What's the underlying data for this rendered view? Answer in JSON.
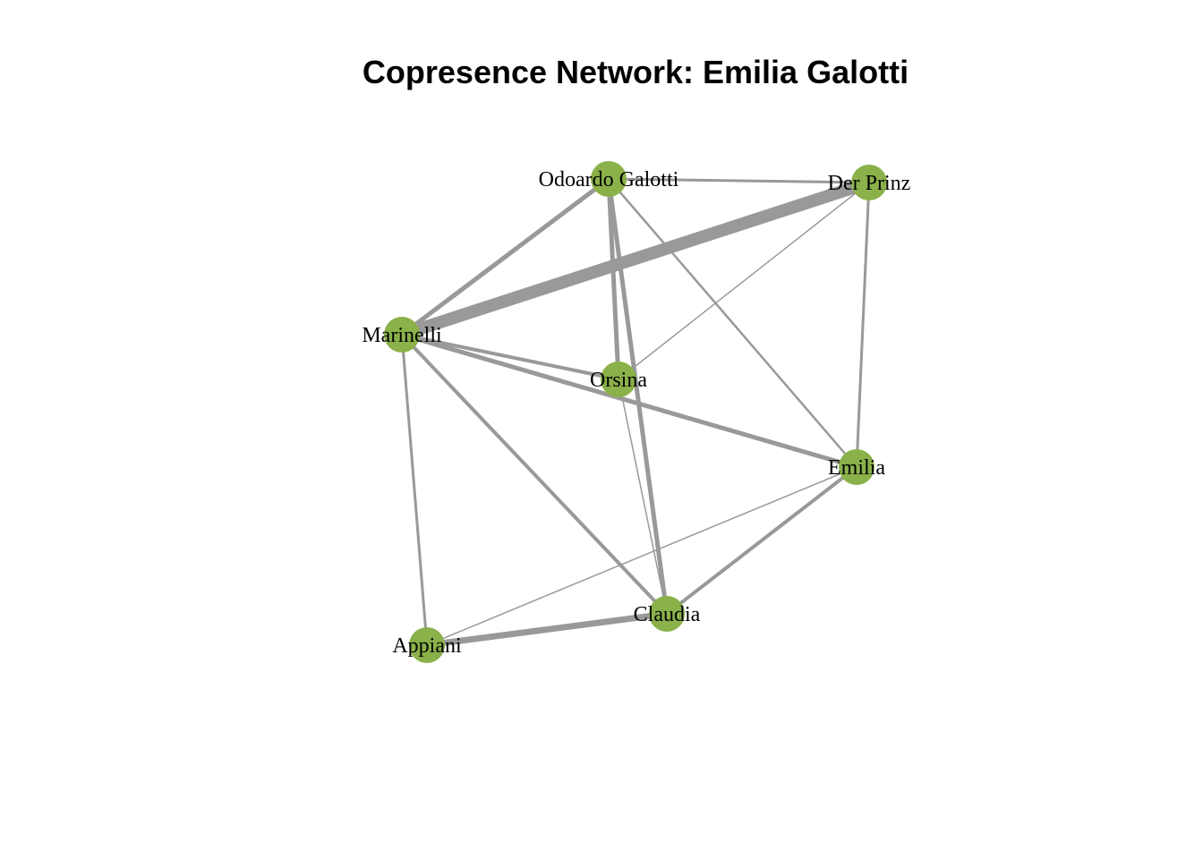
{
  "title": "Copresence Network: Emilia Galotti",
  "colors": {
    "node": "#8ab14a",
    "edge": "#999999",
    "label": "#000000",
    "background": "#ffffff"
  },
  "nodes": [
    {
      "id": "odoardo",
      "label": "Odoardo Galotti"
    },
    {
      "id": "prinz",
      "label": "Der Prinz"
    },
    {
      "id": "marinelli",
      "label": "Marinelli"
    },
    {
      "id": "orsina",
      "label": "Orsina"
    },
    {
      "id": "emilia",
      "label": "Emilia"
    },
    {
      "id": "claudia",
      "label": "Claudia"
    },
    {
      "id": "appiani",
      "label": "Appiani"
    }
  ],
  "edges": [
    {
      "source": "odoardo",
      "target": "prinz",
      "weight": 3
    },
    {
      "source": "odoardo",
      "target": "marinelli",
      "weight": 5
    },
    {
      "source": "odoardo",
      "target": "orsina",
      "weight": 5
    },
    {
      "source": "odoardo",
      "target": "claudia",
      "weight": 5
    },
    {
      "source": "odoardo",
      "target": "emilia",
      "weight": 2.5
    },
    {
      "source": "prinz",
      "target": "marinelli",
      "weight": 14
    },
    {
      "source": "prinz",
      "target": "orsina",
      "weight": 1.5
    },
    {
      "source": "prinz",
      "target": "emilia",
      "weight": 3
    },
    {
      "source": "marinelli",
      "target": "orsina",
      "weight": 4
    },
    {
      "source": "marinelli",
      "target": "emilia",
      "weight": 5
    },
    {
      "source": "marinelli",
      "target": "claudia",
      "weight": 4
    },
    {
      "source": "marinelli",
      "target": "appiani",
      "weight": 3
    },
    {
      "source": "orsina",
      "target": "claudia",
      "weight": 1.5
    },
    {
      "source": "emilia",
      "target": "claudia",
      "weight": 4
    },
    {
      "source": "emilia",
      "target": "appiani",
      "weight": 1.5
    },
    {
      "source": "claudia",
      "target": "appiani",
      "weight": 7
    }
  ]
}
